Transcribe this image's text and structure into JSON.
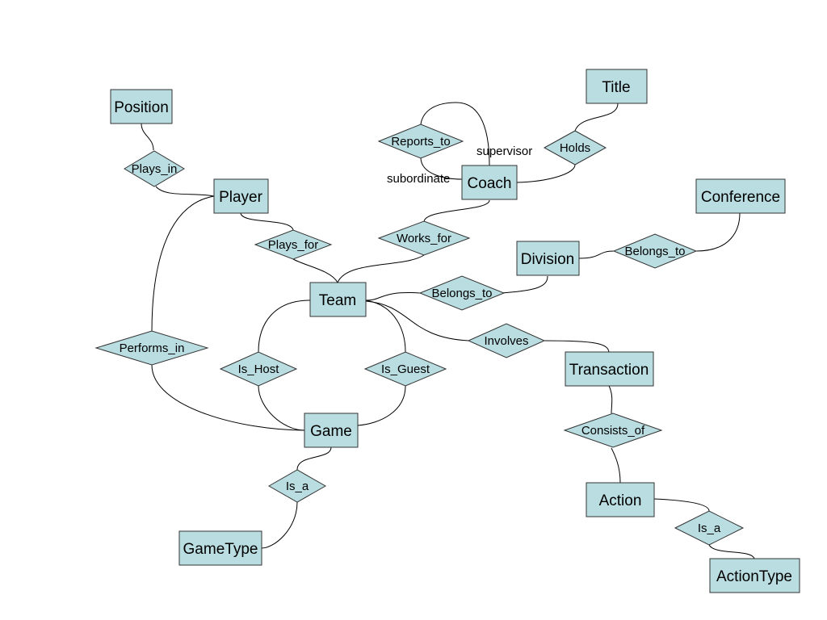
{
  "entities": {
    "position": "Position",
    "player": "Player",
    "team": "Team",
    "coach": "Coach",
    "title": "Title",
    "conference": "Conference",
    "division": "Division",
    "transaction": "Transaction",
    "action": "Action",
    "action_type": "ActionType",
    "game": "Game",
    "game_type": "GameType"
  },
  "relationships": {
    "plays_in": "Plays_in",
    "plays_for": "Plays_for",
    "works_for": "Works_for",
    "reports_to": "Reports_to",
    "holds": "Holds",
    "belongs_to_conference": "Belongs_to",
    "belongs_to_division": "Belongs_to",
    "involves": "Involves",
    "consists_of": "Consists_of",
    "action_is_a": "Is_a",
    "performs_in": "Performs_in",
    "is_host": "Is_Host",
    "is_guest": "Is_Guest",
    "game_is_a": "Is_a"
  },
  "roles": {
    "supervisor": "supervisor",
    "subordinate": "subordinate"
  },
  "colors": {
    "shape_fill": "#b9dde1",
    "shape_stroke": "#333333",
    "line": "#000000"
  }
}
